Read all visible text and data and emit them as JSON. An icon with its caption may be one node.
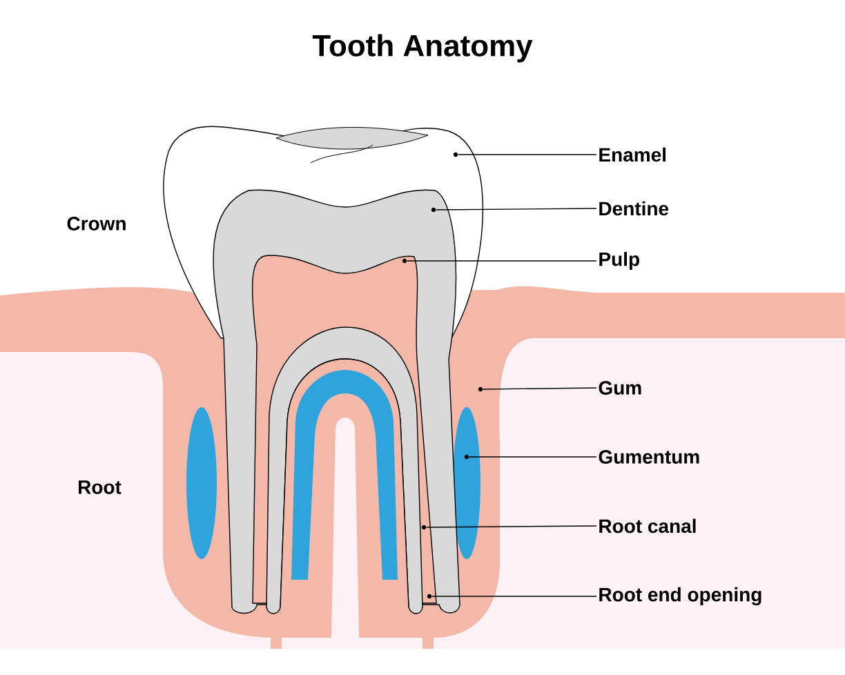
{
  "diagram": {
    "title": "Tooth Anatomy",
    "nodes": [
      {
        "text": [
          "Enamel"
        ]
      },
      {
        "text": [
          "Dentine"
        ]
      },
      {
        "text": [
          "Pulp"
        ]
      },
      {
        "text": [
          "Gum"
        ]
      },
      {
        "text": [
          "Gumentum"
        ]
      },
      {
        "text": [
          "Root canal"
        ]
      },
      {
        "text": [
          "Root end opening"
        ]
      },
      {
        "text": [],
        "shape": "circle"
      },
      {
        "text": [],
        "shape": "circle"
      },
      {
        "text": [],
        "shape": "circle"
      },
      {
        "text": [],
        "shape": "circle"
      },
      {
        "text": [],
        "shape": "circle"
      },
      {
        "text": [],
        "shape": "circle"
      },
      {
        "text": [],
        "shape": "circle"
      }
    ],
    "edges": [
      {
        "from": 0,
        "to": 7,
        "arrow": "none"
      },
      {
        "from": 1,
        "to": 8,
        "arrow": "none"
      },
      {
        "from": 2,
        "to": 9,
        "arrow": "none"
      },
      {
        "from": 3,
        "to": 10,
        "arrow": "none"
      },
      {
        "from": 4,
        "to": 11,
        "arrow": "none"
      },
      {
        "from": 5,
        "to": 12,
        "arrow": "none"
      },
      {
        "from": 6,
        "to": 13,
        "arrow": "none"
      }
    ],
    "labels": [
      "Crown",
      "Root"
    ]
  }
}
